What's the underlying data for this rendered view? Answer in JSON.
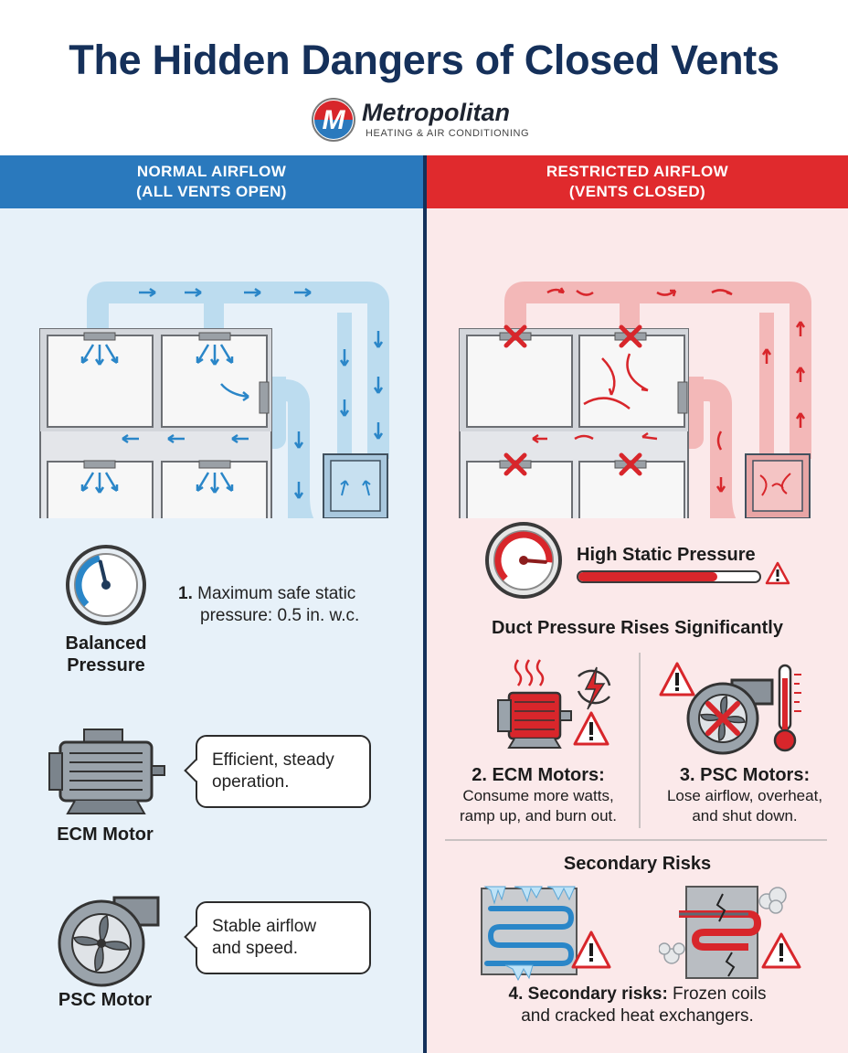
{
  "title": "The Hidden Dangers of Closed Vents",
  "logo": {
    "mark": "M",
    "name": "Metropolitan",
    "subtitle": "HEATING & AIR CONDITIONING"
  },
  "left": {
    "banner_line1": "NORMAL AIRFLOW",
    "banner_line2": "(ALL VENTS OPEN)",
    "gauge_label_line1": "Balanced",
    "gauge_label_line2": "Pressure",
    "point1_num": "1.",
    "point1_line1": "Maximum safe static",
    "point1_line2": "pressure: 0.5 in. w.c.",
    "ecm_bubble_line1": "Efficient, steady",
    "ecm_bubble_line2": "operation.",
    "ecm_label": "ECM Motor",
    "psc_bubble_line1": "Stable airflow",
    "psc_bubble_line2": "and speed.",
    "psc_label": "PSC Motor",
    "gauge_level": 0.45
  },
  "right": {
    "banner_line1": "RESTRICTED AIRFLOW",
    "banner_line2": "(VENTS CLOSED)",
    "pressure_title": "High Static Pressure",
    "pressure_level": 0.77,
    "gauge_level": 0.85,
    "pressure_sub": "Duct Pressure Rises Significantly",
    "ecm_title": "2. ECM Motors:",
    "ecm_line1": "Consume more watts,",
    "ecm_line2": "ramp up, and burn out.",
    "psc_title": "3. PSC Motors:",
    "psc_line1": "Lose airflow, overheat,",
    "psc_line2": "and shut down.",
    "secondary_heading": "Secondary Risks",
    "secondary_title": "4. Secondary risks:",
    "secondary_line1": " Frozen coils",
    "secondary_line2": "and cracked heat exchangers."
  },
  "colors": {
    "navy": "#15305a",
    "blue": "#2a79bd",
    "red": "#e02a2d",
    "left_bg": "#e7f1f9",
    "right_bg": "#fbe9ea"
  },
  "icons": [
    "pressure-gauge-icon",
    "ecm-motor-icon",
    "psc-blower-icon",
    "closed-vent-x-icon",
    "warning-triangle-icon",
    "lightning-icon",
    "thermometer-icon",
    "frozen-coil-icon",
    "cracked-heat-exchanger-icon",
    "furnace-icon"
  ]
}
